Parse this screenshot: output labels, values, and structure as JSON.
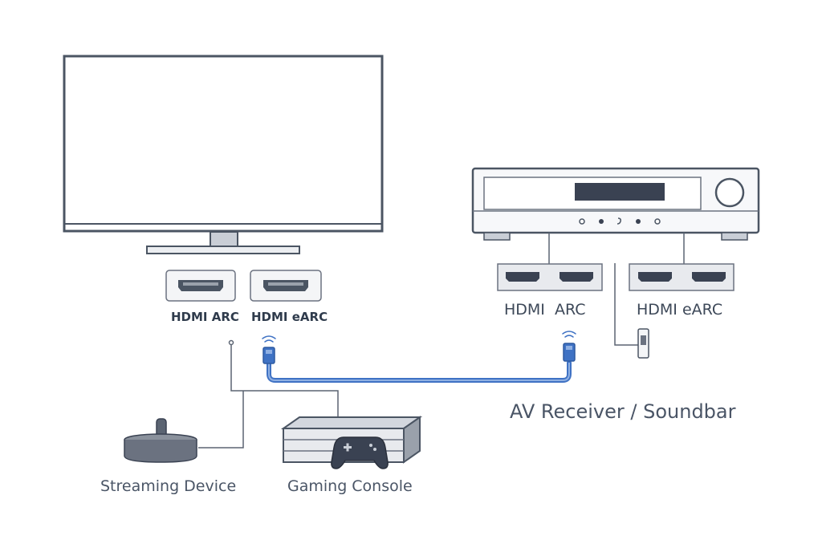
{
  "tv": {
    "ports": [
      {
        "label": "HDMI ARC"
      },
      {
        "label": "HDMI eARC"
      }
    ]
  },
  "receiver": {
    "title": "AV Receiver / Soundbar",
    "ports": [
      {
        "label": "HDMI  ARC"
      },
      {
        "label": "HDMI eARC"
      }
    ]
  },
  "devices": {
    "streaming": "Streaming Device",
    "gaming": "Gaming Console"
  },
  "colors": {
    "outline": "#4b5563",
    "panel": "#e8eaee",
    "cable_blue": "#3f72c4",
    "cable_light": "#8fb0e3",
    "wire": "#5b6472"
  },
  "icons": [
    "tv-icon",
    "hdmi-port-icon",
    "receiver-icon",
    "remote-icon",
    "streaming-device-icon",
    "gaming-console-icon",
    "controller-icon",
    "signal-waves-icon",
    "hdmi-plug-icon"
  ]
}
